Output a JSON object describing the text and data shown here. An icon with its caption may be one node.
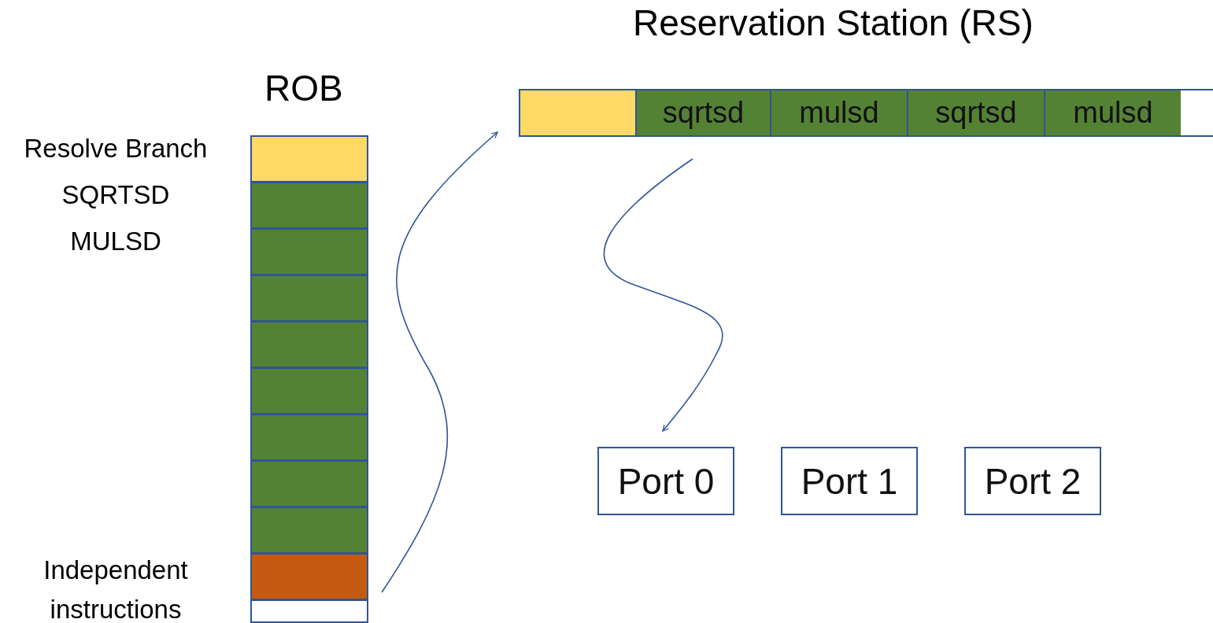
{
  "diagram": {
    "nodes": [
      {
        "text": [
          "ROB"
        ]
      },
      {
        "text": [],
        "shape": "box",
        "in": 0,
        "beside": [
          "Resolve Branch"
        ]
      },
      {
        "text": [],
        "shape": "box",
        "in": 0,
        "beside": [
          "SQRTSD"
        ]
      },
      {
        "text": [],
        "shape": "box",
        "in": 0,
        "beside": [
          "MULSD"
        ]
      },
      {
        "text": [],
        "shape": "box",
        "in": 0
      },
      {
        "text": [],
        "shape": "box",
        "in": 0
      },
      {
        "text": [],
        "shape": "box",
        "in": 0
      },
      {
        "text": [],
        "shape": "box",
        "in": 0
      },
      {
        "text": [],
        "shape": "box",
        "in": 0
      },
      {
        "text": [],
        "shape": "box",
        "in": 0
      },
      {
        "text": [],
        "shape": "box",
        "in": 0,
        "beside": [
          "Independent instructions"
        ]
      },
      {
        "text": [],
        "shape": "box",
        "in": 0
      },
      {
        "text": [
          "Reservation Station (RS)"
        ]
      },
      {
        "text": [],
        "shape": "box",
        "in": 12
      },
      {
        "text": [
          "sqrtsd"
        ],
        "in": 12
      },
      {
        "text": [
          "mulsd"
        ],
        "in": 12
      },
      {
        "text": [
          "sqrtsd"
        ],
        "in": 12
      },
      {
        "text": [
          "mulsd"
        ],
        "in": 12
      },
      {
        "text": [],
        "shape": "box",
        "in": 12
      },
      {
        "text": [
          "Port 0"
        ]
      },
      {
        "text": [
          "Port 1"
        ]
      },
      {
        "text": [
          "Port 2"
        ]
      }
    ],
    "edges": [
      {
        "from": 10,
        "to": 12,
        "arrow": "to"
      },
      {
        "from": 14,
        "to": 19,
        "arrow": "to"
      }
    ]
  }
}
